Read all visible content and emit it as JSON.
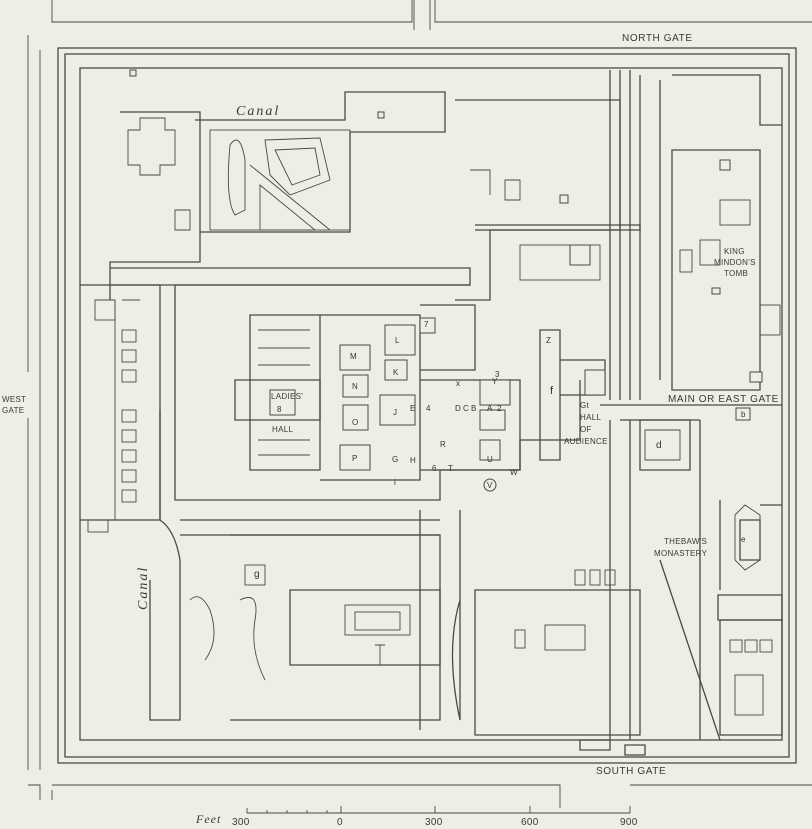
{
  "gates": {
    "north": "NORTH GATE",
    "south": "SOUTH GATE",
    "west_line1": "WEST",
    "west_line2": "GATE",
    "east": "MAIN OR EAST GATE"
  },
  "labels": {
    "canal_top": "Canal",
    "canal_side": "Canal",
    "tomb_line1": "KING",
    "tomb_line2": "MINDON'S",
    "tomb_line3": "TOMB",
    "ladies_line1": "LADIES'",
    "ladies_line2": "HALL",
    "audience_line1": "Gt",
    "audience_line2": "HALL",
    "audience_line3": "OF",
    "audience_line4": "AUDIENCE",
    "monastery_line1": "THEBAW'S",
    "monastery_line2": "MONASTERY"
  },
  "room_codes": [
    "M",
    "L",
    "N",
    "K",
    "O",
    "J",
    "P",
    "Z",
    "Y",
    "U",
    "W",
    "V",
    "R",
    "H",
    "G",
    "T",
    "f",
    "d",
    "e",
    "b",
    "g",
    "i",
    "E",
    "D",
    "A",
    "C",
    "B",
    "8",
    "7",
    "4",
    "2",
    "3",
    "6",
    "x"
  ],
  "scale": {
    "unit": "Feet",
    "ticks": [
      "300",
      "0",
      "300",
      "600",
      "900"
    ]
  },
  "colors": {
    "paper": "#eeeee5",
    "ink": "#4a4a45"
  }
}
